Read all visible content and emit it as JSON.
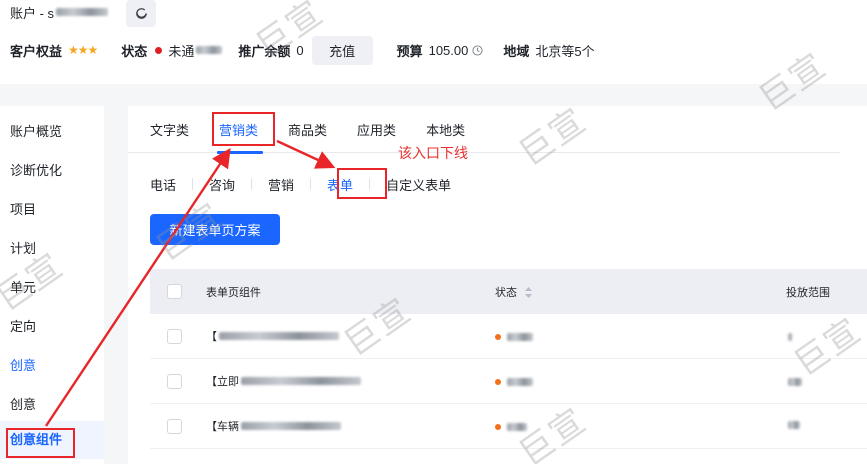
{
  "header": {
    "account_label": "账户 - s",
    "refresh_icon": "refresh-icon",
    "customer_rights_label": "客户权益",
    "customer_rights_stars": "★★★",
    "status_label": "状态",
    "status_value": "未通",
    "status_color": "#e02020",
    "balance_label": "推广余额",
    "balance_value": "0",
    "recharge_button": "充值",
    "budget_label": "预算",
    "budget_value": "105.00",
    "region_label": "地域",
    "region_value": "北京等5个"
  },
  "sidebar": {
    "items": [
      {
        "label": "账户概览"
      },
      {
        "label": "诊断优化"
      },
      {
        "label": "项目"
      },
      {
        "label": "计划"
      },
      {
        "label": "单元"
      },
      {
        "label": "定向"
      },
      {
        "label": "创意"
      },
      {
        "label": "创意"
      },
      {
        "label": "创意组件"
      }
    ]
  },
  "main": {
    "tabs": [
      {
        "label": "文字类"
      },
      {
        "label": "营销类",
        "active": true
      },
      {
        "label": "商品类"
      },
      {
        "label": "应用类"
      },
      {
        "label": "本地类"
      }
    ],
    "subtabs": [
      {
        "label": "电话"
      },
      {
        "label": "咨询"
      },
      {
        "label": "营销"
      },
      {
        "label": "表单",
        "active": true
      },
      {
        "label": "自定义表单"
      }
    ],
    "annotation": "该入口下线",
    "create_button": "新建表单页方案",
    "table": {
      "columns": [
        "表单页组件",
        "状态",
        "投放范围"
      ],
      "rows": [
        {
          "name": "【",
          "status_color": "#f5701a"
        },
        {
          "name": "【立即",
          "status_color": "#f5701a"
        },
        {
          "name": "【车辆",
          "status_color": "#f5701a"
        }
      ]
    }
  },
  "watermark": "巨宣",
  "colors": {
    "accent": "#1a66ff",
    "annotation_red": "#e8262a"
  }
}
